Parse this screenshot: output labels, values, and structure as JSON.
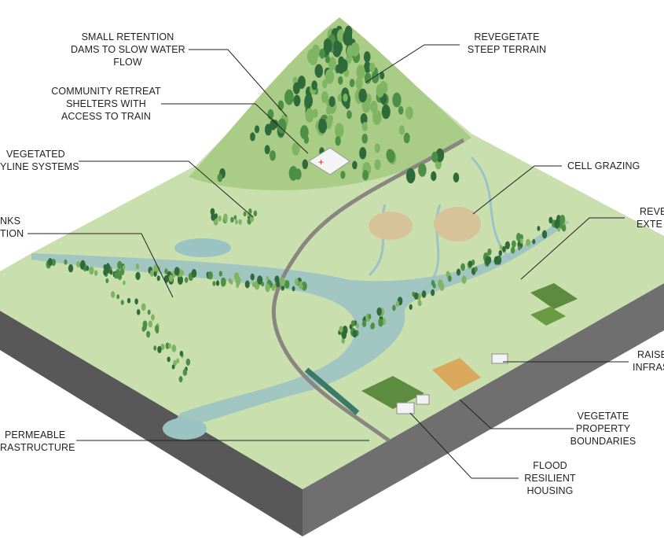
{
  "labels": {
    "retention_dams": [
      "SMALL RETENTION",
      "DAMS TO SLOW WATER",
      "FLOW"
    ],
    "revegetate_steep": [
      "REVEGETATE",
      "STEEP TERRAIN"
    ],
    "retreat_shelters": [
      "COMMUNITY RETREAT",
      "SHELTERS WITH",
      "ACCESS TO TRAIN"
    ],
    "keyline": [
      "VEGETATED",
      "YLINE SYSTEMS"
    ],
    "banks": [
      "NKS",
      "TION"
    ],
    "cell_grazing": [
      "CELL GRAZING"
    ],
    "revegetate_ext": [
      "REVE",
      "EXTE"
    ],
    "raised_infra": [
      "RAISE",
      "INFRAS"
    ],
    "permeable_infra": [
      "PERMEABLE",
      "RASTRUCTURE"
    ],
    "property_boundaries": [
      "VEGETATE",
      "PROPERTY",
      "BOUNDARIES"
    ],
    "flood_housing": [
      "FLOOD",
      "RESILIENT",
      "HOUSING"
    ]
  },
  "colors": {
    "ground": "#c9dfae",
    "ground_light": "#d7e8bf",
    "mountain": "#a9cc86",
    "tree_dark": "#2f6b3a",
    "tree_mid": "#4e8f48",
    "tree_light": "#7fb562",
    "river": "#9cc3c4",
    "soil_side": "#6b6b6b",
    "soil_front": "#575757",
    "rail": "#8a8580",
    "leader_line": "#222222"
  }
}
